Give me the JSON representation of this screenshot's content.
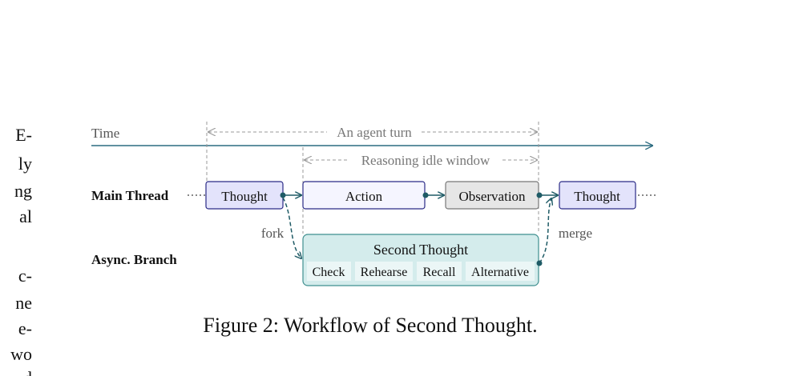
{
  "left_margin_fragments": [
    "E-",
    "ly",
    "ng",
    "al",
    "c-",
    "ne",
    "e-",
    "wo",
    "d"
  ],
  "diagram": {
    "time_label": "Time",
    "agent_turn_label": "An agent turn",
    "idle_window_label": "Reasoning idle window",
    "main_thread_label": "Main Thread",
    "async_branch_label": "Async. Branch",
    "nodes": {
      "thought_1": "Thought",
      "action": "Action",
      "observation": "Observation",
      "thought_2": "Thought",
      "second_thought": "Second Thought"
    },
    "sub_steps": [
      "Check",
      "Rehearse",
      "Recall",
      "Alternative"
    ],
    "fork_label": "fork",
    "merge_label": "merge",
    "colors": {
      "time_axis": "#2c6b80",
      "thought_fill": "#e3e3fb",
      "thought_stroke": "#2a2a86",
      "action_fill": "#f5f5ff",
      "observation_fill": "#e6e6e6",
      "observation_stroke": "#777777",
      "second_thought_fill": "#d4ecec",
      "second_thought_stroke": "#3f8f8f",
      "dashed_line": "#999999",
      "connector": "#1f5b66"
    }
  },
  "caption": "Figure 2: Workflow of Second Thought."
}
